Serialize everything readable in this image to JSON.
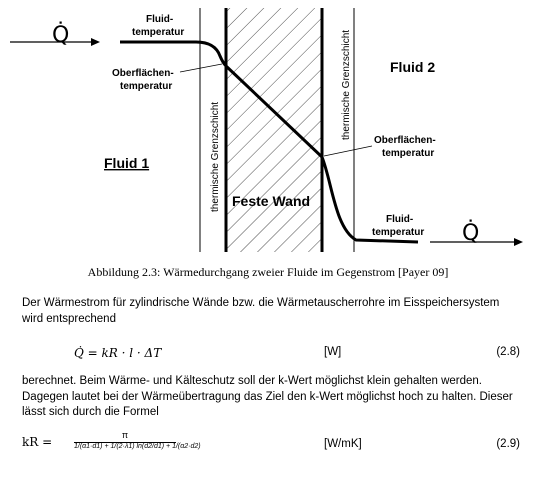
{
  "figure": {
    "q_dot_left": "Q̇",
    "q_dot_right": "Q̇",
    "fluid_temp_top_1": "Fluid-",
    "fluid_temp_top_2": "temperatur",
    "surface_temp_left_1": "Oberflächen-",
    "surface_temp_left_2": "temperatur",
    "fluid2": "Fluid 2",
    "fluid1": "Fluid 1",
    "boundary_left": "thermische Grenzschicht",
    "boundary_right": "thermische Grenzschicht",
    "surface_temp_right_1": "Oberflächen-",
    "surface_temp_right_2": "temperatur",
    "wall": "Feste Wand",
    "fluid_temp_bottom_1": "Fluid-",
    "fluid_temp_bottom_2": "temperatur"
  },
  "caption": "Abbildung 2.3: Wärmedurchgang zweier Fluide im Gegenstrom [Payer 09]",
  "paragraph1": "Der Wärmestrom für zylindrische Wände bzw. die Wärmetauscherrohre im Eisspeichersystem wird entsprechend",
  "equation1": {
    "formula": "Q̇ = kR · l · ΔT",
    "unit": "[W]",
    "number": "(2.8)"
  },
  "paragraph2": "berechnet. Beim Wärme- und Kälteschutz soll der k-Wert möglichst klein gehalten werden. Dagegen lautet bei der Wärmeübertragung das Ziel den k-Wert möglichst hoch zu halten. Dieser lässt sich durch die Formel",
  "equation2": {
    "lhs": "kR =",
    "numerator": "π",
    "denominator": "1/(α1·d1) + 1/(2·λ1) ln(d2/d1) + 1/(α2·d2)",
    "unit": "[W/mK]",
    "number": "(2.9)"
  }
}
